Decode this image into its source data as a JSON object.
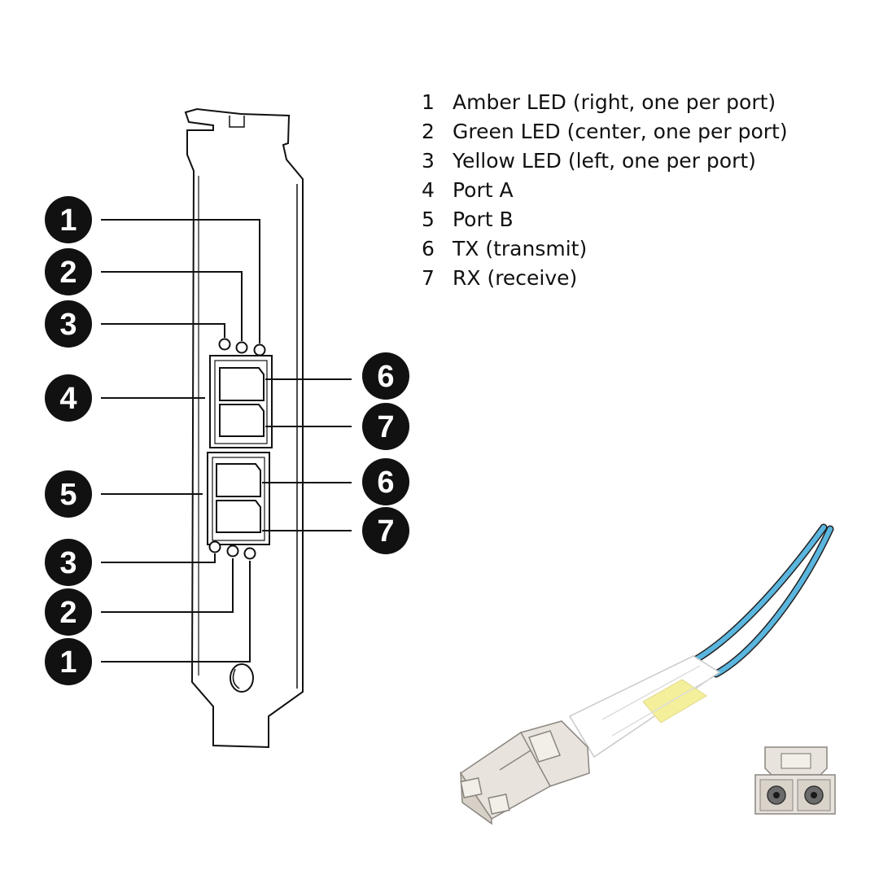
{
  "legend": [
    {
      "number": "1",
      "label": "Amber LED (right, one per port)"
    },
    {
      "number": "2",
      "label": "Green LED (center, one per port)"
    },
    {
      "number": "3",
      "label": "Yellow LED (left, one per port)"
    },
    {
      "number": "4",
      "label": "Port A"
    },
    {
      "number": "5",
      "label": "Port B"
    },
    {
      "number": "6",
      "label": "TX (transmit)"
    },
    {
      "number": "7",
      "label": "RX (receive)"
    }
  ],
  "callouts": {
    "left_1_top": "1",
    "left_2_top": "2",
    "left_3_top": "3",
    "left_4": "4",
    "left_5": "5",
    "left_3_bottom": "3",
    "left_2_bottom": "2",
    "left_1_bottom": "1",
    "right_6_top": "6",
    "right_7_top": "7",
    "right_6_bottom": "6",
    "right_7_bottom": "7"
  },
  "colors": {
    "callout_fill": "#111111",
    "fiber": "#5ab6de",
    "boot_band": "#f3ef9a",
    "connector": "#e8e3dc"
  }
}
